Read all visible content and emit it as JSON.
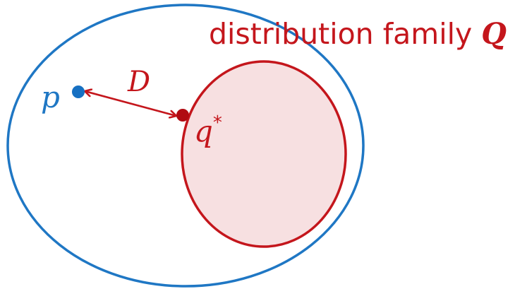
{
  "diagram": {
    "family_label_text": "distribution family ",
    "family_label_symbol": "Q",
    "point_p_label": "p",
    "point_q_label": "q",
    "point_q_superscript": "*",
    "distance_label": "D"
  },
  "colors": {
    "blue": "#1f77c4",
    "red": "#c4161c",
    "red_fill": "#f7e0e1",
    "point_red": "#b00b12",
    "point_blue": "#1670c2"
  }
}
